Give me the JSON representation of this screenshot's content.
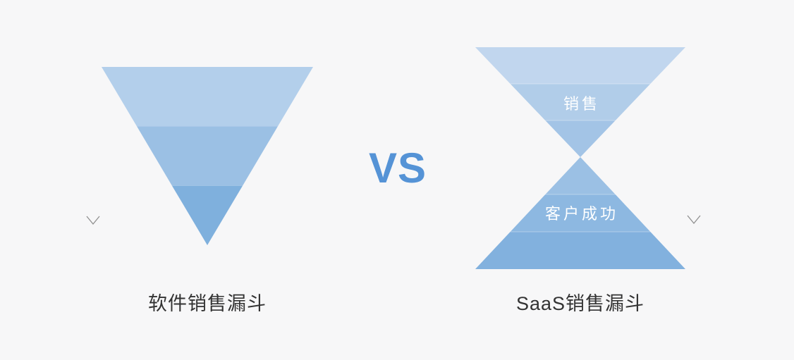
{
  "page": {
    "background_color": "#f7f7f8",
    "title_text_color": "#333333"
  },
  "vs": {
    "label": "VS",
    "color": "#5593d6"
  },
  "left_funnel": {
    "title": "软件销售漏斗",
    "bands": [
      {
        "color": "#b3cfeb"
      },
      {
        "color": "#9bc0e4"
      },
      {
        "color": "#7fb0dd"
      }
    ]
  },
  "right_funnel": {
    "title": "SaaS销售漏斗",
    "segments": {
      "sales_label": "销售",
      "customer_success_label": "客户成功",
      "label_color": "#ffffff"
    },
    "top_bands": [
      {
        "color": "#c1d6ee"
      },
      {
        "color": "#b1cde9"
      },
      {
        "color": "#a3c4e6"
      }
    ],
    "bottom_bands": [
      {
        "color": "#9bc0e4"
      },
      {
        "color": "#8db8e1"
      },
      {
        "color": "#82b1de"
      }
    ]
  },
  "icons": {
    "left_arrow": "down-arrow",
    "right_arrow": "down-arrow",
    "arrow_color": "#8f8f8f"
  }
}
